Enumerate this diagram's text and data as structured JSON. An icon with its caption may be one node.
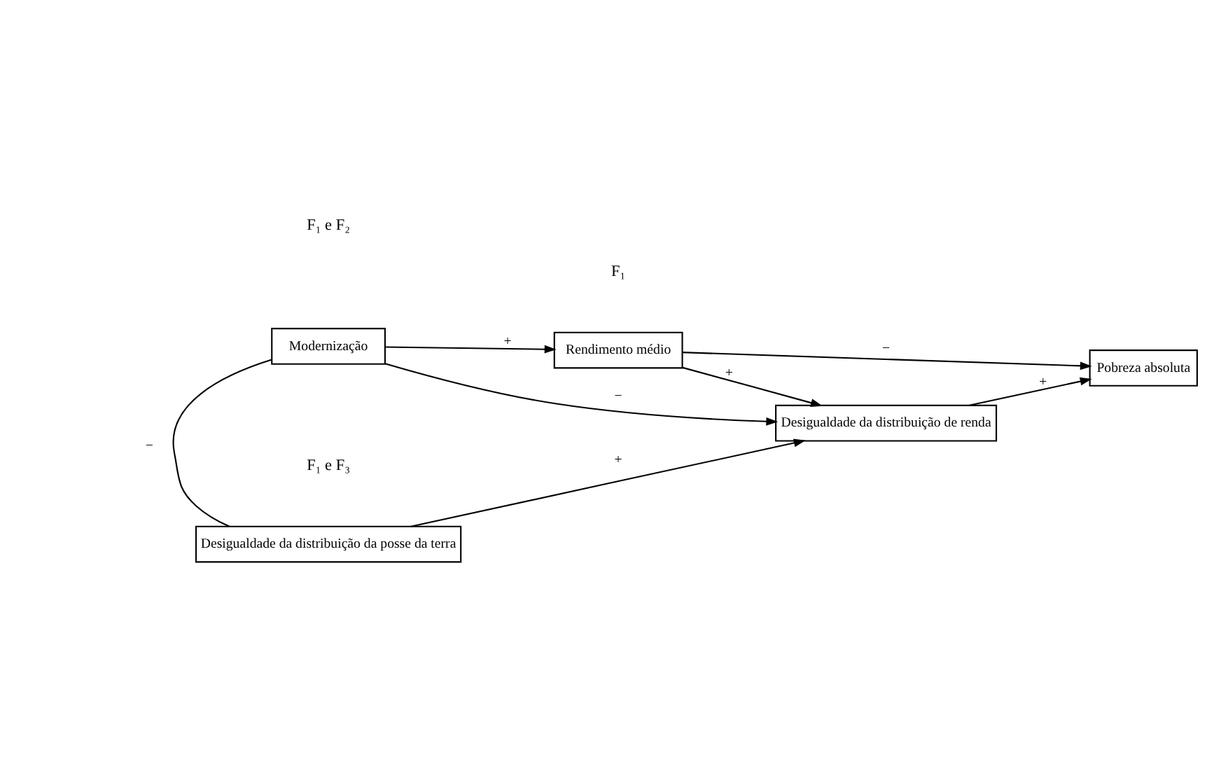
{
  "diagram": {
    "nodes": [
      {
        "text": [
          "Modernização"
        ]
      },
      {
        "text": [
          "Rendimento médio"
        ]
      },
      {
        "text": [
          "Desigualdade da distribuição de renda"
        ]
      },
      {
        "text": [
          "Pobreza absoluta"
        ]
      },
      {
        "text": [
          "Desigualdade da distribuição da posse da terra"
        ]
      }
    ],
    "edges": [
      {
        "from": 0,
        "to": 1,
        "arrow": "to",
        "label": "+"
      },
      {
        "from": 0,
        "to": 2,
        "arrow": "to",
        "label": "−"
      },
      {
        "from": 1,
        "to": 2,
        "arrow": "to",
        "label": "+"
      },
      {
        "from": 1,
        "to": 3,
        "arrow": "to",
        "label": "−"
      },
      {
        "from": 2,
        "to": 3,
        "arrow": "to",
        "label": "+"
      },
      {
        "from": 0,
        "to": 4,
        "arrow": "none",
        "label": "−"
      },
      {
        "from": 4,
        "to": 2,
        "arrow": "to",
        "label": "+"
      }
    ],
    "labels": [
      "F₁ e F₂",
      "F₁ e F₃",
      "F₁"
    ]
  }
}
